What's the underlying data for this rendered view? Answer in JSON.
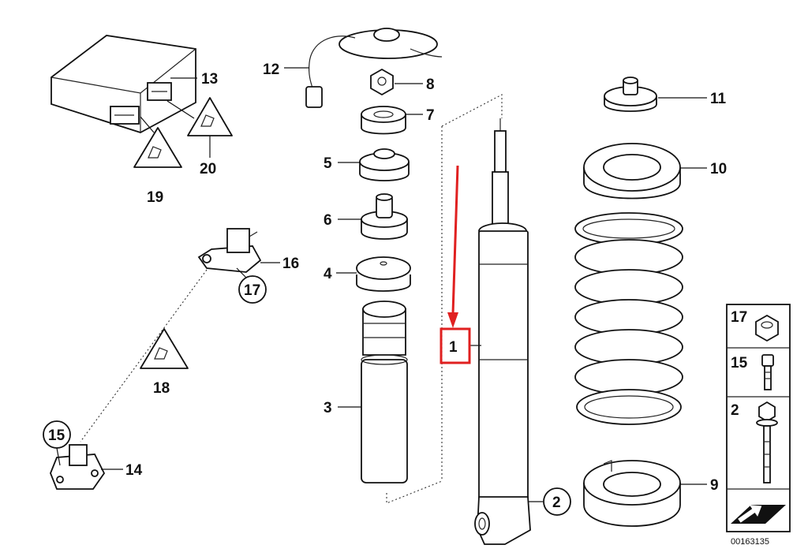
{
  "diagram": {
    "callouts": {
      "c1": "1",
      "c2": "2",
      "c3": "3",
      "c4": "4",
      "c5": "5",
      "c6": "6",
      "c7": "7",
      "c8": "8",
      "c9": "9",
      "c10": "10",
      "c11": "11",
      "c12": "12",
      "c13": "13",
      "c14": "14",
      "c15": "15",
      "c16": "16",
      "c17": "17",
      "c18": "18",
      "c19": "19",
      "c20": "20"
    },
    "legend": {
      "l17": "17",
      "l15": "15",
      "l2": "2"
    },
    "catalog_number": "00163135",
    "highlight_color": "#e02020",
    "line_color": "#111111"
  }
}
